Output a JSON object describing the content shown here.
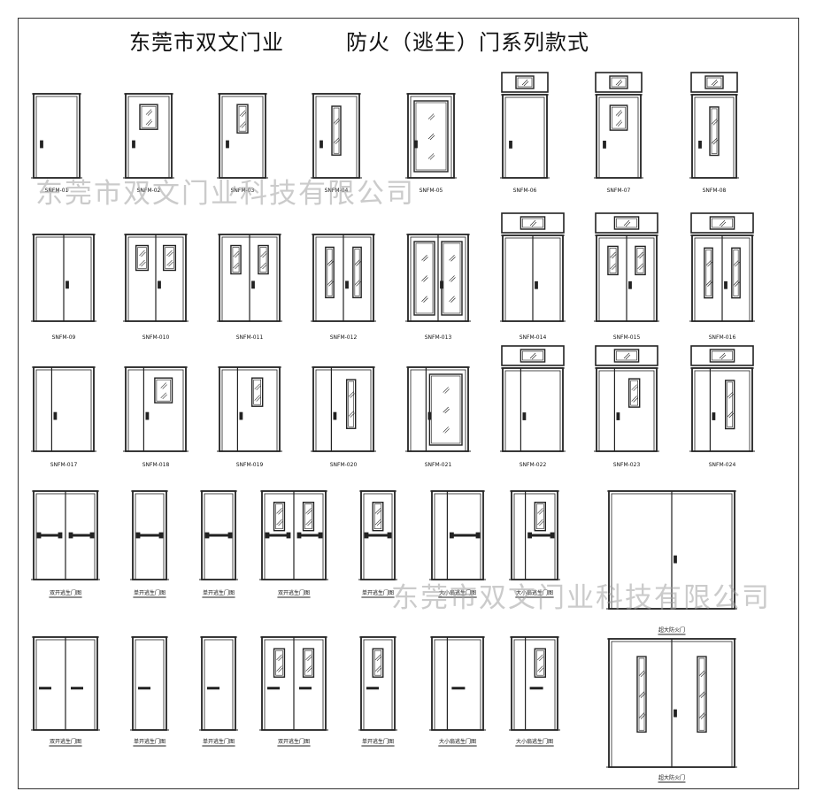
{
  "title": {
    "company": "东莞市双文门业",
    "series": "防火（逃生）门系列款式"
  },
  "watermarks": [
    "东莞市双文门业科技有限公司",
    "东莞市双文门业科技有限公司"
  ],
  "rows": [
    [
      {
        "label": "SNFM-01",
        "type": "single",
        "win": "none"
      },
      {
        "label": "SNFM-02",
        "type": "single",
        "win": "sq"
      },
      {
        "label": "SNFM-03",
        "type": "single",
        "win": "sm"
      },
      {
        "label": "SNFM-04",
        "type": "single",
        "win": "tall"
      },
      {
        "label": "SNFM-05",
        "type": "single",
        "win": "full"
      },
      {
        "label": "SNFM-06",
        "type": "single",
        "win": "none",
        "transom": true
      },
      {
        "label": "SNFM-07",
        "type": "single",
        "win": "sq",
        "transom": true
      },
      {
        "label": "SNFM-08",
        "type": "single",
        "win": "tall",
        "transom": true
      }
    ],
    [
      {
        "label": "SNFM-09",
        "type": "double",
        "win": "none"
      },
      {
        "label": "SNFM-010",
        "type": "double",
        "win": "sq"
      },
      {
        "label": "SNFM-011",
        "type": "double",
        "win": "sm"
      },
      {
        "label": "SNFM-012",
        "type": "double",
        "win": "tall"
      },
      {
        "label": "SNFM-013",
        "type": "double",
        "win": "full"
      },
      {
        "label": "SNFM-014",
        "type": "double",
        "win": "none",
        "transom": true
      },
      {
        "label": "SNFM-015",
        "type": "double",
        "win": "sm",
        "transom": true
      },
      {
        "label": "SNFM-016",
        "type": "double",
        "win": "tall",
        "transom": true
      }
    ],
    [
      {
        "label": "SNFM-017",
        "type": "mother",
        "win": "none"
      },
      {
        "label": "SNFM-018",
        "type": "mother",
        "win": "sq"
      },
      {
        "label": "SNFM-019",
        "type": "mother",
        "win": "sm"
      },
      {
        "label": "SNFM-020",
        "type": "mother",
        "win": "tall"
      },
      {
        "label": "SNFM-021",
        "type": "mother",
        "win": "full"
      },
      {
        "label": "SNFM-022",
        "type": "mother",
        "win": "none",
        "transom": true
      },
      {
        "label": "SNFM-023",
        "type": "mother",
        "win": "sm",
        "transom": true
      },
      {
        "label": "SNFM-024",
        "type": "mother",
        "win": "tall",
        "transom": true
      }
    ],
    [
      {
        "label": "双开逃生门图",
        "type": "double",
        "win": "none",
        "bar": "full"
      },
      {
        "label": "单开逃生门图",
        "type": "single",
        "win": "none",
        "bar": "full"
      },
      {
        "label": "单开逃生门图",
        "type": "single",
        "win": "none",
        "bar": "full"
      },
      {
        "label": "双开逃生门图",
        "type": "double",
        "win": "sm",
        "bar": "full"
      },
      {
        "label": "单开逃生门图",
        "type": "single",
        "win": "sm",
        "bar": "full"
      },
      {
        "label": "大小扇逃生门图",
        "type": "mother",
        "win": "none",
        "bar": "full"
      },
      {
        "label": "大小扇逃生门图",
        "type": "mother",
        "win": "sm",
        "bar": "full"
      },
      {
        "label": "超大防火门",
        "type": "big",
        "win": "none"
      }
    ],
    [
      {
        "label": "双开逃生门图",
        "type": "double",
        "win": "none",
        "bar": "short"
      },
      {
        "label": "单开逃生门图",
        "type": "single",
        "win": "none",
        "bar": "short"
      },
      {
        "label": "单开逃生门图",
        "type": "single",
        "win": "none",
        "bar": "short"
      },
      {
        "label": "双开逃生门图",
        "type": "double",
        "win": "sm",
        "bar": "short"
      },
      {
        "label": "单开逃生门图",
        "type": "single",
        "win": "sm",
        "bar": "short"
      },
      {
        "label": "大小扇逃生门图",
        "type": "mother",
        "win": "none",
        "bar": "short"
      },
      {
        "label": "大小扇逃生门图",
        "type": "mother",
        "win": "sm",
        "bar": "short"
      },
      {
        "label": "超大防火门",
        "type": "big",
        "win": "tall"
      }
    ]
  ]
}
